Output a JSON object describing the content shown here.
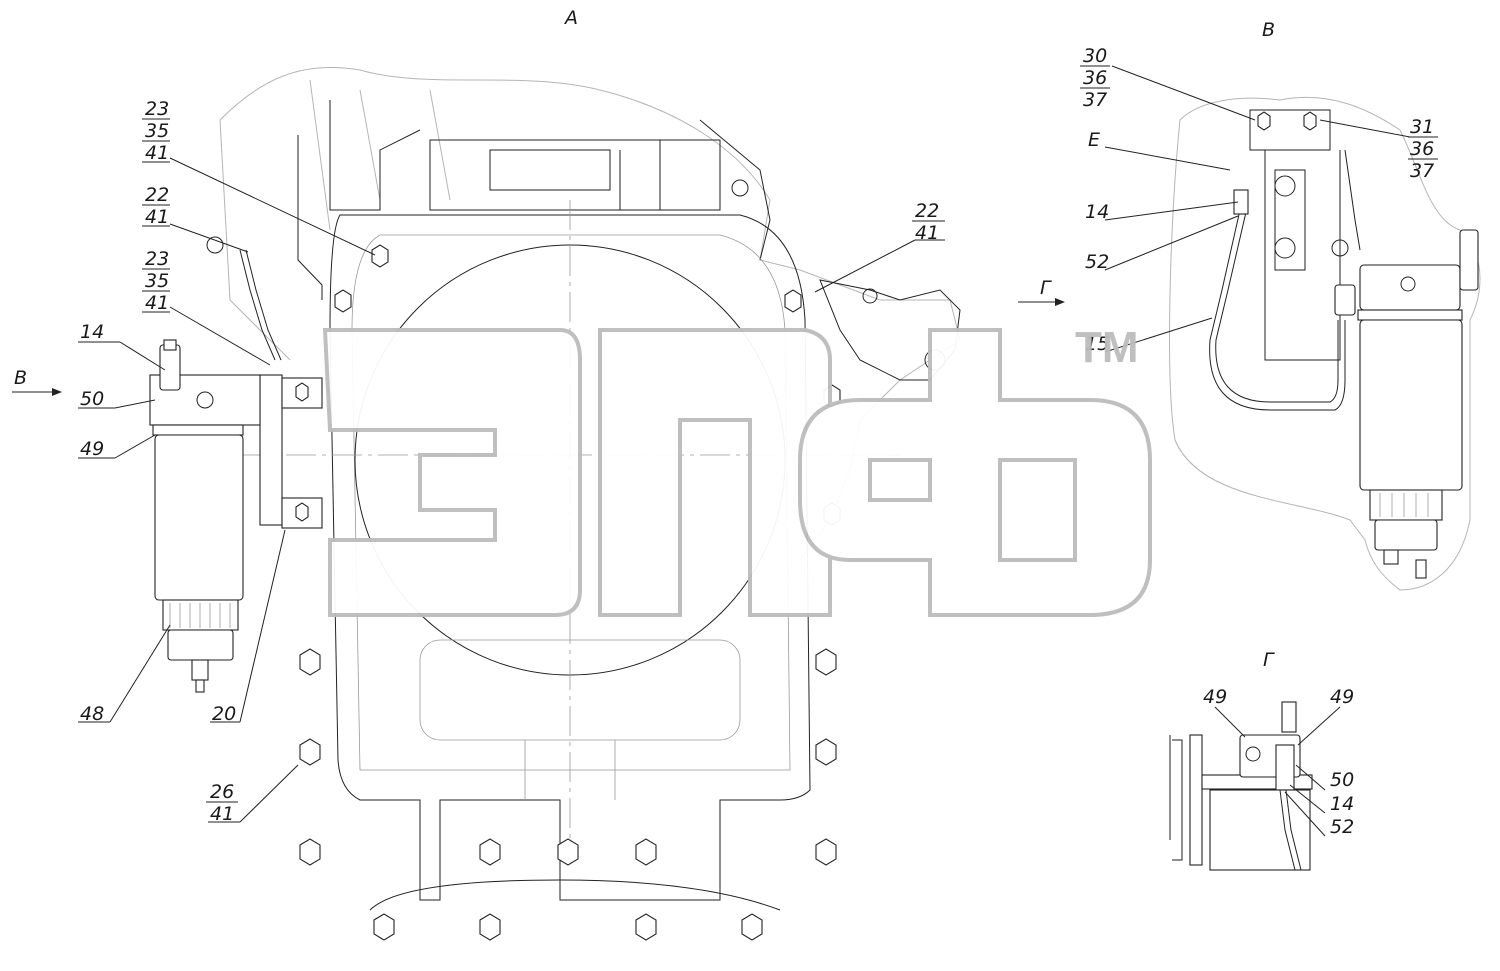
{
  "views": {
    "a": "А",
    "b": "В",
    "g": "Г",
    "e": "Е"
  },
  "view_arrows": {
    "b_arrow": "В",
    "g_arrow": "Г"
  },
  "main_labels": {
    "l1": [
      "23",
      "35",
      "41"
    ],
    "l2": [
      "22",
      "41"
    ],
    "l3": [
      "23",
      "35",
      "41"
    ],
    "l4": "14",
    "l5": "50",
    "l6": "49",
    "l7": "48",
    "l8": "20",
    "l9": [
      "26",
      "41"
    ],
    "l10": [
      "22",
      "41"
    ]
  },
  "view_b_labels": {
    "l1": [
      "30",
      "36",
      "37"
    ],
    "l2": [
      "31",
      "36",
      "37"
    ],
    "l3": "14",
    "l4": "52",
    "l5": "15"
  },
  "view_g_labels": {
    "l1": "49",
    "l2": "49",
    "l3": "50",
    "l4": "14",
    "l5": "52"
  },
  "watermark": {
    "tm": "TM"
  }
}
